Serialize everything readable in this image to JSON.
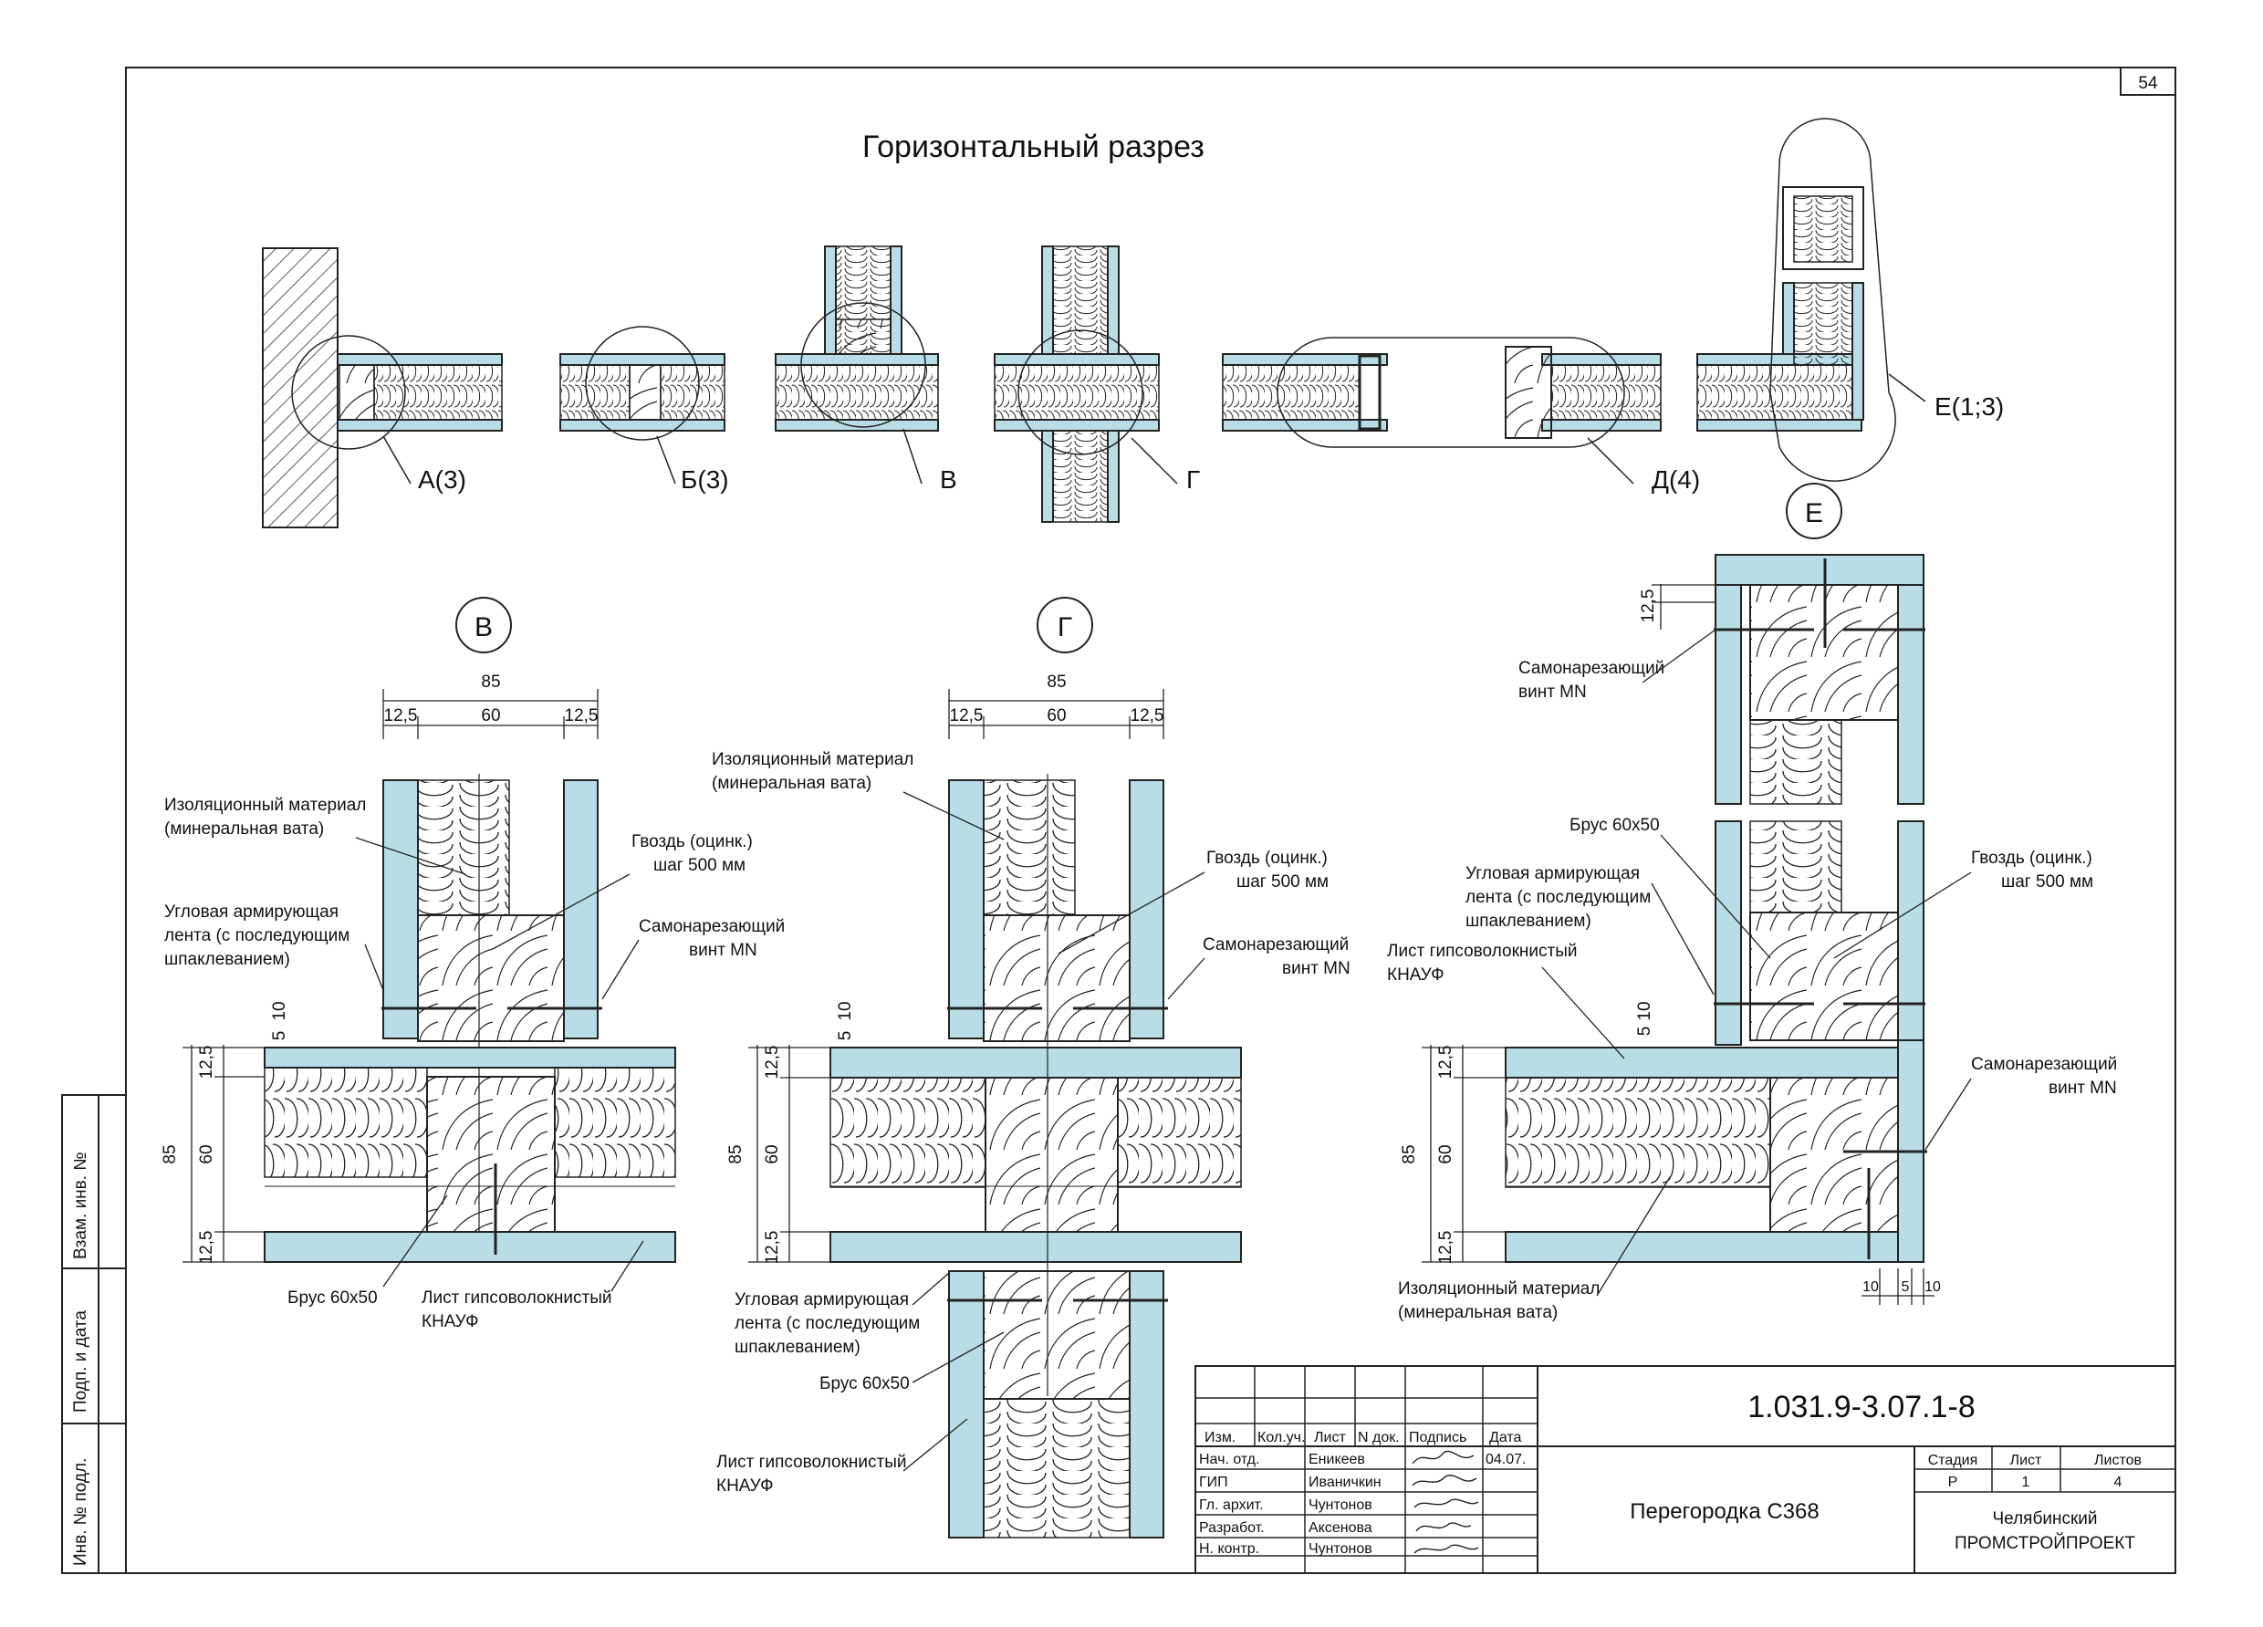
{
  "sheet": {
    "number": "54",
    "title": "Горизонтальный разрез"
  },
  "side_stamp": {
    "inv_no": "Инв. № подл.",
    "signature_date": "Подп. и дата",
    "replace_inv": "Взам. инв. №"
  },
  "callouts": {
    "a": "А(3)",
    "b": "Б(3)",
    "v": "В",
    "g": "Г",
    "d": "Д(4)",
    "e": "Е(1;3)"
  },
  "details": {
    "v": "В",
    "g": "Г",
    "e": "Е"
  },
  "dims": {
    "total": "85",
    "board": "12,5",
    "core": "60",
    "gap5": "5",
    "gap10": "10",
    "e_bottom": [
      "10",
      "5",
      "10"
    ]
  },
  "labels": {
    "insulation": [
      "Изоляционный материал",
      "(минеральная вата)"
    ],
    "nail": [
      "Гвоздь (оцинк.)",
      "шаг 500 мм"
    ],
    "corner_tape": [
      "Угловая армирующая",
      "лента (с последующим",
      "шпаклеванием)"
    ],
    "screw": [
      "Самонарезающий",
      "винт MN"
    ],
    "beam": "Брус 60х50",
    "board": [
      "Лист гипсоволокнистый",
      "КНАУФ"
    ]
  },
  "title_block": {
    "doc_code": "1.031.9-3.07.1-8",
    "headers": [
      "Изм.",
      "Кол.уч.",
      "Лист",
      "N док.",
      "Подпись",
      "Дата"
    ],
    "rows": [
      {
        "role": "Нач. отд.",
        "name": "Еникеев",
        "date": "04.07."
      },
      {
        "role": "ГИП",
        "name": "Иваничкин",
        "date": ""
      },
      {
        "role": "Гл. архит.",
        "name": "Чунтонов",
        "date": ""
      },
      {
        "role": "Разработ.",
        "name": "Аксенова",
        "date": ""
      },
      {
        "role": "Н. контр.",
        "name": "Чунтонов",
        "date": ""
      }
    ],
    "object_name": "Перегородка С368",
    "stage_headers": [
      "Стадия",
      "Лист",
      "Листов"
    ],
    "stage_values": [
      "Р",
      "1",
      "4"
    ],
    "org": [
      "Челябинский",
      "ПРОМСТРОЙПРОЕКТ"
    ]
  },
  "colors": {
    "board": "#b9dde6",
    "line": "#1a1a1a",
    "paper": "#ffffff"
  }
}
